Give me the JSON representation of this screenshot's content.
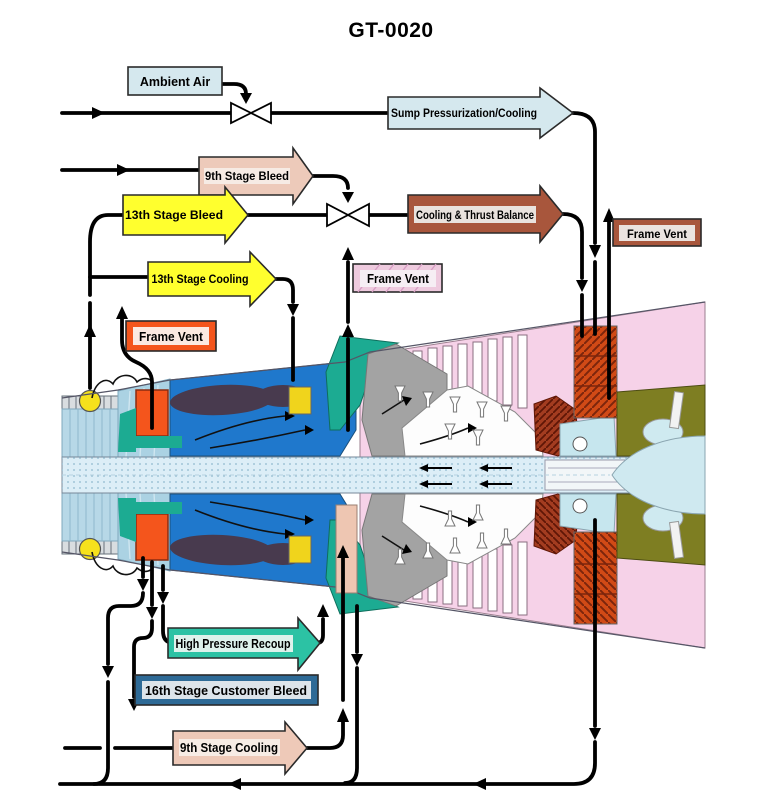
{
  "title": "GT-0020",
  "labels": {
    "ambient_air": "Ambient Air",
    "sump_pressurization": "Sump Pressurization/Cooling",
    "stage9_bleed": "9th Stage Bleed",
    "stage13_bleed": "13th Stage Bleed",
    "cooling_thrust_balance": "Cooling & Thrust Balance",
    "frame_vent_turbine": "Frame Vent",
    "stage13_cooling": "13th Stage Cooling",
    "frame_vent_mid": "Frame Vent",
    "frame_vent_front": "Frame Vent",
    "high_pressure_recoup": "High Pressure Recoup",
    "stage16_customer_bleed": "16th Stage Customer Bleed",
    "stage9_cooling": "9th Stage Cooling"
  },
  "colors": {
    "label_light_blue": "#d5e8ee",
    "label_salmon": "#edcaba",
    "label_yellow": "#ffff2e",
    "label_brown": "#a8563c",
    "label_orange": "#f4551c",
    "label_pink": "#eecade",
    "label_teal": "#2cc2a4",
    "label_steel_blue": "#2e6a96",
    "label_salmon_light": "#eec9b8",
    "flow_line": "#000000"
  }
}
